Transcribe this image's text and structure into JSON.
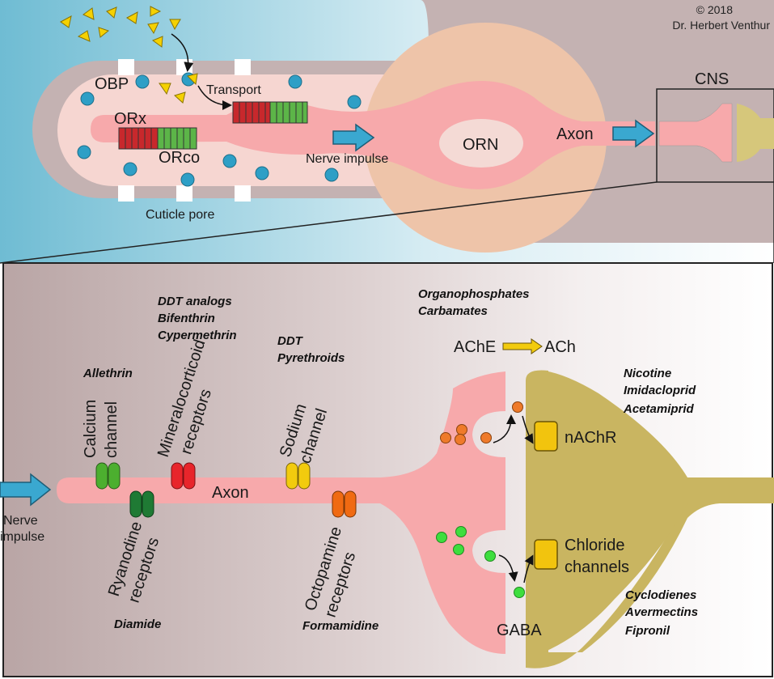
{
  "copyright": {
    "year": "© 2018",
    "author": "Dr. Herbert Venthur"
  },
  "top_panel": {
    "obp": "OBP",
    "transport": "Transport",
    "orx": "ORx",
    "orco": "ORco",
    "nerve_impulse": "Nerve impulse",
    "orn": "ORN",
    "axon": "Axon",
    "cns": "CNS",
    "cuticle_pore": "Cuticle pore"
  },
  "bottom_panel": {
    "nerve_impulse_line1": "Nerve",
    "nerve_impulse_line2": "impulse",
    "axon": "Axon",
    "calcium_channel_line1": "Calcium",
    "calcium_channel_line2": "channel",
    "mineralocorticoid_line1": "Mineralocorticoid",
    "mineralocorticoid_line2": "receptors",
    "sodium_channel_line1": "Sodium",
    "sodium_channel_line2": "channel",
    "ryanodine_line1": "Ryanodine",
    "ryanodine_line2": "receptors",
    "octopamine_line1": "Octopamine",
    "octopamine_line2": "receptors",
    "ache": "AChE",
    "ach": "ACh",
    "nachr": "nAChR",
    "chloride_line1": "Chloride",
    "chloride_line2": "channels",
    "gaba": "GABA"
  },
  "insecticides": {
    "allethrin": "Allethrin",
    "ddt_analogs": "DDT analogs",
    "bifenthrin": "Bifenthrin",
    "cypermethrin": "Cypermethrin",
    "ddt": "DDT",
    "pyrethroids": "Pyrethroids",
    "organophosphates": "Organophosphates",
    "carbamates": "Carbamates",
    "nicotine": "Nicotine",
    "imidacloprid": "Imidacloprid",
    "acetamiprid": "Acetamiprid",
    "diamide": "Diamide",
    "formamidine": "Formamidine",
    "cyclodienes": "Cyclodienes",
    "avermectins": "Avermectins",
    "fipronil": "Fipronil"
  },
  "colors": {
    "sky": "#7ec3d8",
    "cuticle": "#c4b2b2",
    "sensillum_fill": "#f6d6d1",
    "neuron": "#f7a9ab",
    "soma_halo": "#eec4a9",
    "obp_dot": "#2e9fc6",
    "odorant": "#f5d100",
    "orx_red": "#c8282c",
    "orco_green": "#5cb548",
    "synapse_post": "#c9b561",
    "calcium_green": "#4caf2f",
    "ryanodine_dark_green": "#1f7a34",
    "mineralo_red": "#e8252b",
    "sodium_yellow": "#f2cb0e",
    "octopamine_orange": "#f06a12",
    "ach_orange": "#ef7a2a",
    "gaba_green": "#3ede3e",
    "arrow_blue": "#3aa8d0"
  }
}
